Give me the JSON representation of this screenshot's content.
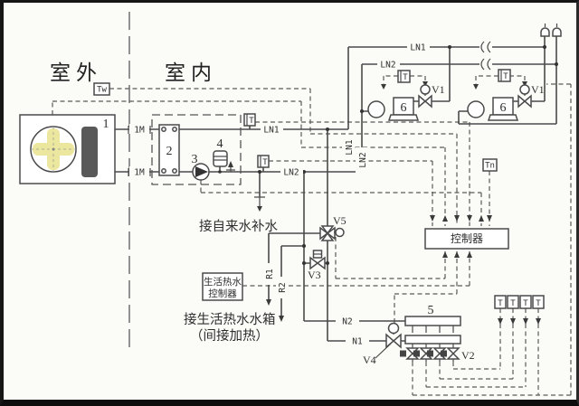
{
  "diagram": {
    "zones": {
      "outdoor": "室外",
      "indoor": "室内"
    },
    "equipment": {
      "heat_pump": "1",
      "heat_exchanger": "2",
      "pump": "3",
      "expansion_tank": "4",
      "manifold": "5",
      "fan_coil": "6"
    },
    "valves": {
      "v1": "V1",
      "v2": "V2",
      "v3": "V3",
      "v4": "V4",
      "v5": "V5"
    },
    "sensors": {
      "tw": "Tw",
      "tn": "Tn",
      "t": "T"
    },
    "pipes": {
      "m": "1M",
      "ln1": "LN1",
      "ln2": "LN2",
      "r1": "R1",
      "r2": "R2",
      "n1": "N1",
      "n2": "N2"
    },
    "boxes": {
      "controller": "控制器",
      "dhw_controller_line1": "生活热水",
      "dhw_controller_line2": "控制器"
    },
    "notes": {
      "makeup_water": "接自来水补水",
      "dhw_tank_line1": "接生活热水水箱",
      "dhw_tank_line2": "（间接加热）"
    },
    "colors": {
      "line": "#4a4a4a",
      "dashed_line": "#5a5a5a",
      "fan_blade": "#ece79f",
      "compressor": "#595959",
      "paper": "#fbfbf8"
    }
  }
}
